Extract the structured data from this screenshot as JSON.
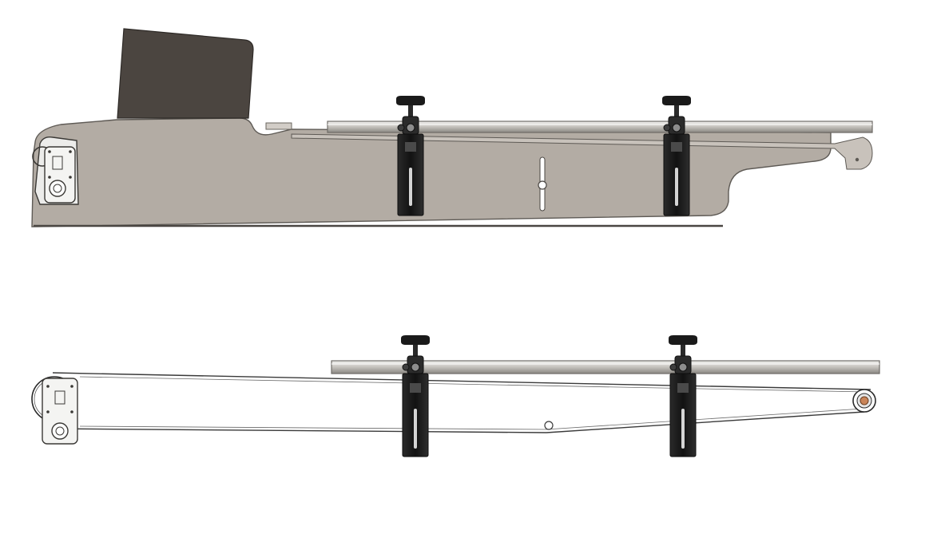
{
  "drawing": {
    "views": [
      {
        "id": "upper-view",
        "clamps": 2
      },
      {
        "id": "lower-view",
        "clamps": 2
      }
    ]
  },
  "colors": {
    "background": "#ffffff",
    "panel": "#b3aca4",
    "panel_edge": "#5e5a55",
    "flap": "#4b4540",
    "rail_light": "#dcdad6",
    "rail_dark": "#8f8c87",
    "clamp": "#1c1c1c",
    "belt": "#3a3a3a",
    "roller_accent": "#c98458"
  }
}
